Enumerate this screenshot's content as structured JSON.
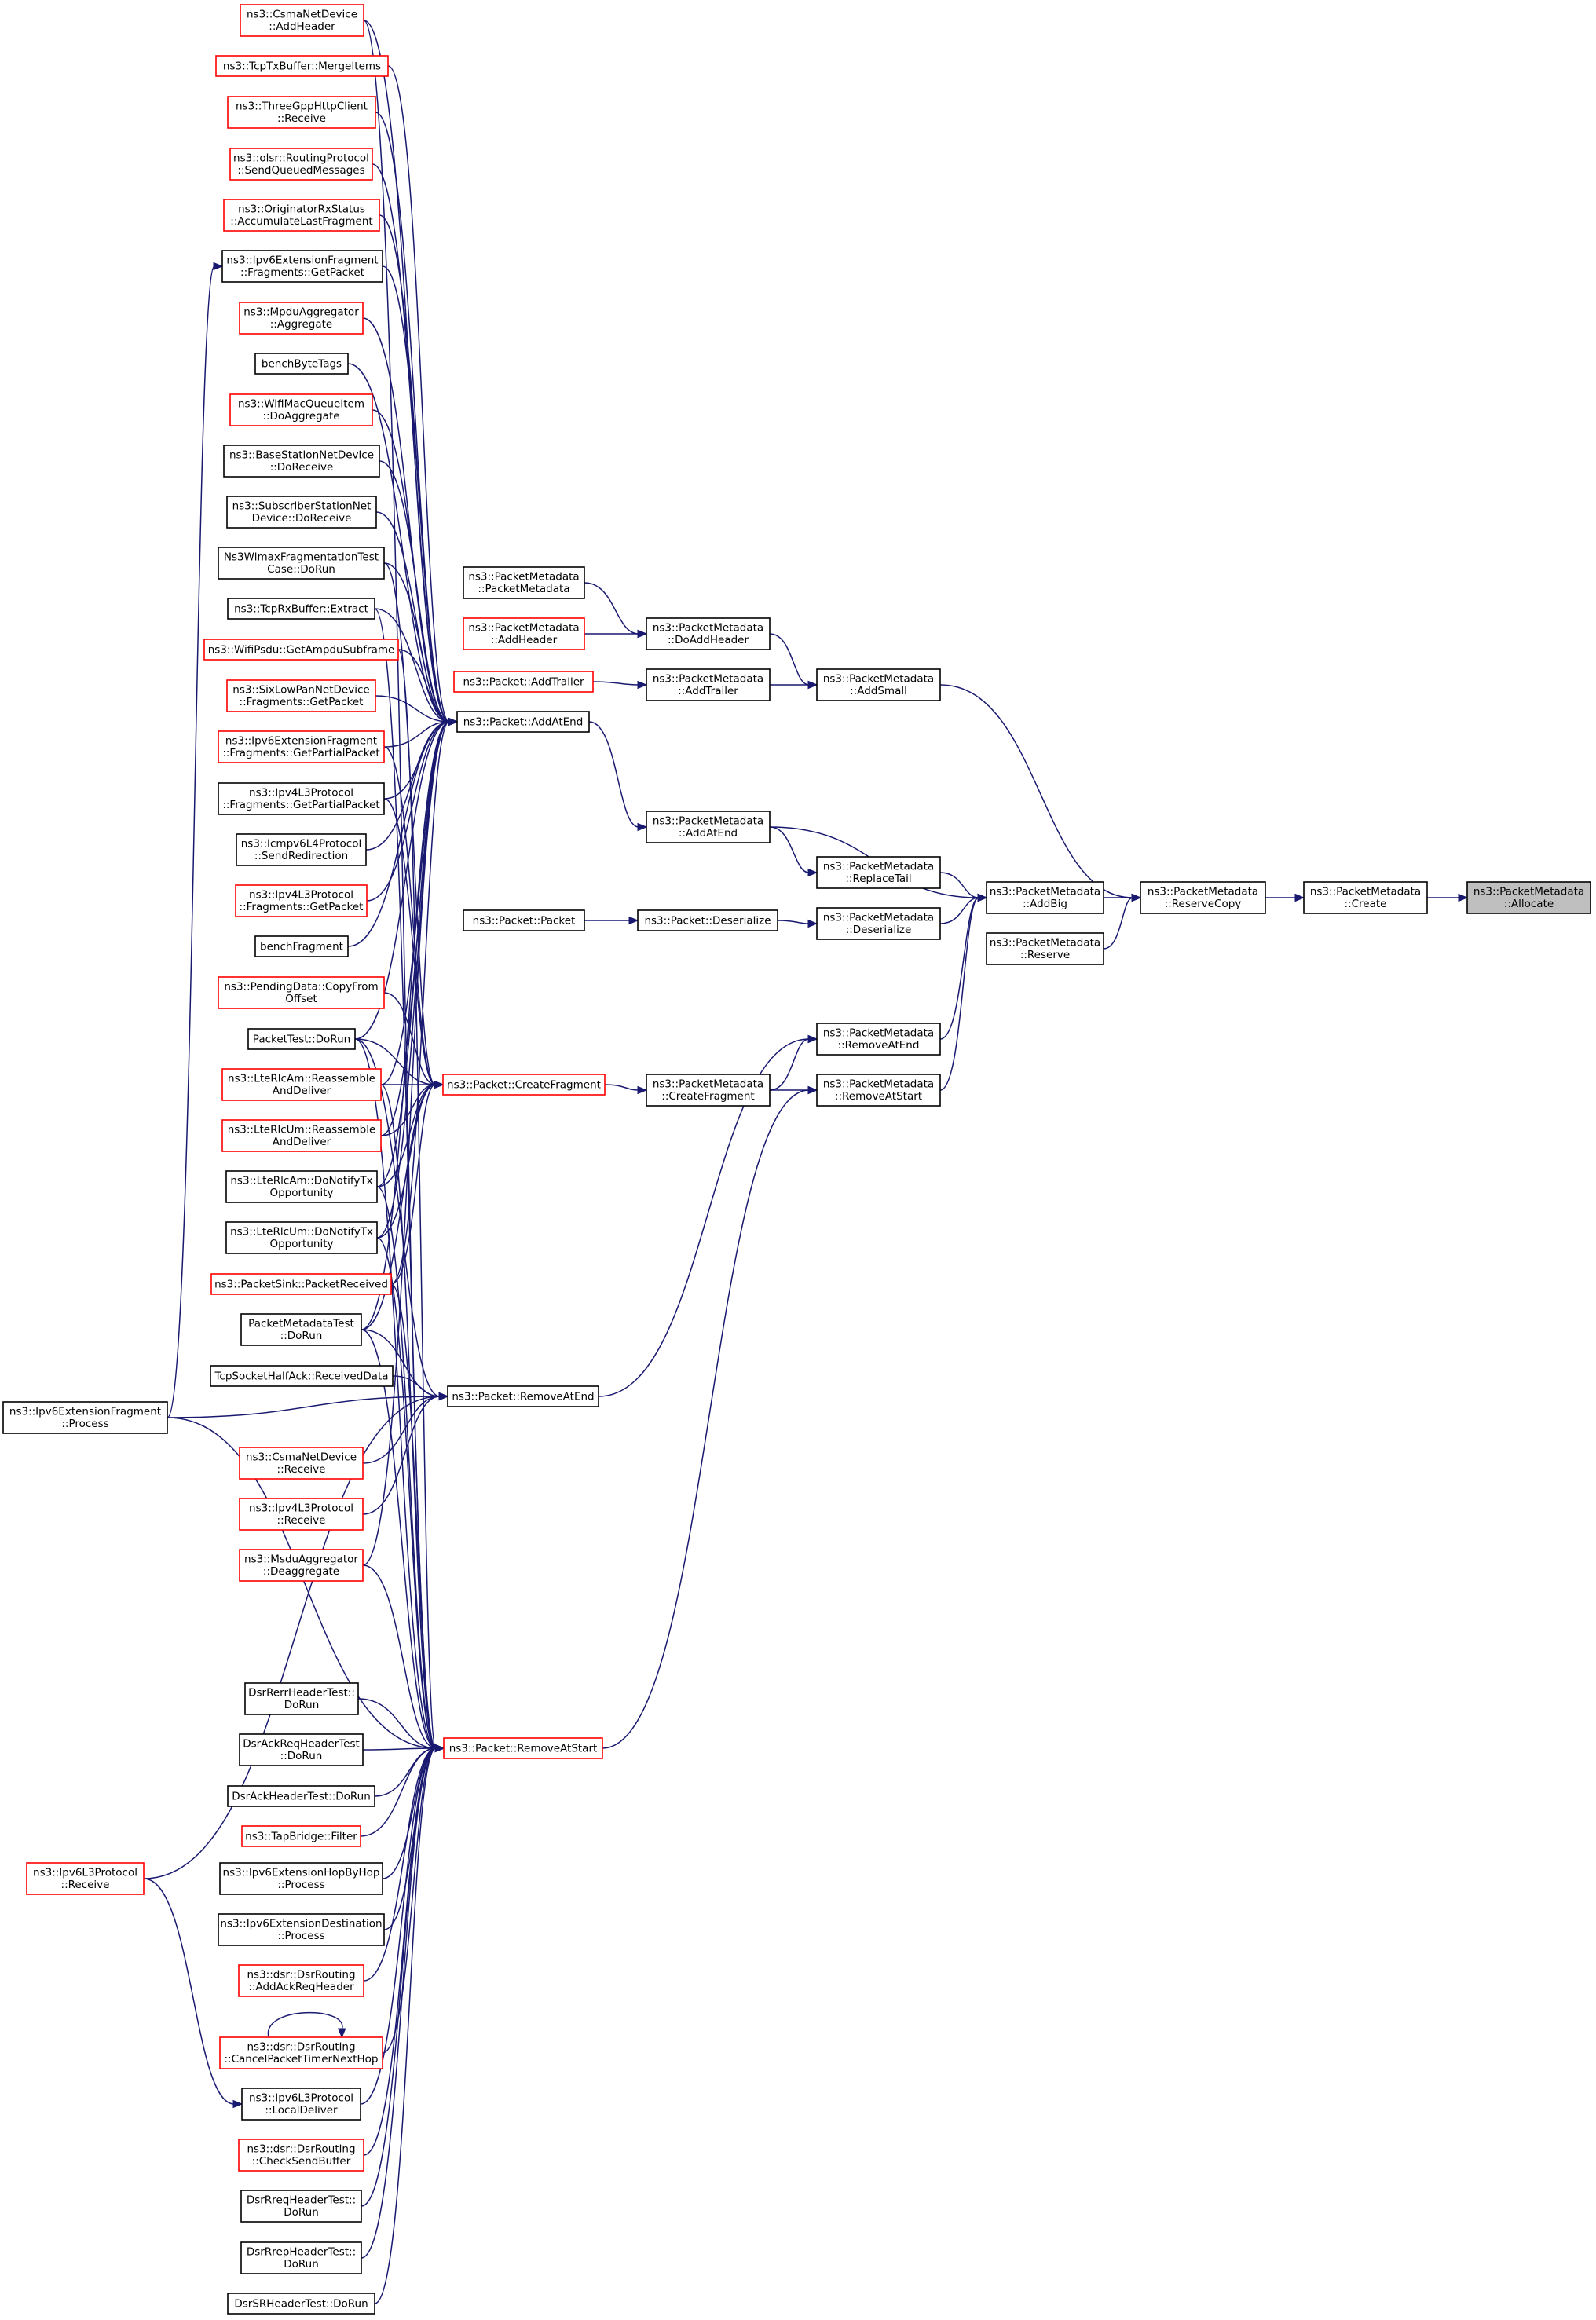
{
  "colors": {
    "edge": "#191970",
    "border_normal": "#000000",
    "border_truncated": "#ff0000",
    "highlight_fill": "#bfbfbf",
    "fill": "#ffffff"
  },
  "nodes": [
    {
      "id": "cni_addheader",
      "lines": [
        "ns3::CsmaNetDevice",
        "::AddHeader"
      ],
      "style": "red"
    },
    {
      "id": "tcptx_merge",
      "lines": [
        "ns3::TcpTxBuffer::MergeItems"
      ],
      "style": "red"
    },
    {
      "id": "threegpp_receive",
      "lines": [
        "ns3::ThreeGppHttpClient",
        "::Receive"
      ],
      "style": "red"
    },
    {
      "id": "olsr_send",
      "lines": [
        "ns3::olsr::RoutingProtocol",
        "::SendQueuedMessages"
      ],
      "style": "red"
    },
    {
      "id": "origrx_accum",
      "lines": [
        "ns3::OriginatorRxStatus",
        "::AccumulateLastFragment"
      ],
      "style": "red"
    },
    {
      "id": "ip6ext_frag_get",
      "lines": [
        "ns3::Ipv6ExtensionFragment",
        "::Fragments::GetPacket"
      ],
      "style": "black"
    },
    {
      "id": "mpdu_agg",
      "lines": [
        "ns3::MpduAggregator",
        "::Aggregate"
      ],
      "style": "red"
    },
    {
      "id": "benchbytetags",
      "lines": [
        "benchByteTags"
      ],
      "style": "black"
    },
    {
      "id": "wifimacq_doagg",
      "lines": [
        "ns3::WifiMacQueueItem",
        "::DoAggregate"
      ],
      "style": "red"
    },
    {
      "id": "bsnd_doreceive",
      "lines": [
        "ns3::BaseStationNetDevice",
        "::DoReceive"
      ],
      "style": "black"
    },
    {
      "id": "ssnd_doreceive",
      "lines": [
        "ns3::SubscriberStationNet",
        "Device::DoReceive"
      ],
      "style": "black"
    },
    {
      "id": "wimaxfrag_dorun",
      "lines": [
        "Ns3WimaxFragmentationTest",
        "Case::DoRun"
      ],
      "style": "black"
    },
    {
      "id": "tcprx_extract",
      "lines": [
        "ns3::TcpRxBuffer::Extract"
      ],
      "style": "black"
    },
    {
      "id": "wifipsdu_getampdu",
      "lines": [
        "ns3::WifiPsdu::GetAmpduSubframe"
      ],
      "style": "red"
    },
    {
      "id": "sixlowpan_get",
      "lines": [
        "ns3::SixLowPanNetDevice",
        "::Fragments::GetPacket"
      ],
      "style": "red"
    },
    {
      "id": "ip6ext_frag_getpartial",
      "lines": [
        "ns3::Ipv6ExtensionFragment",
        "::Fragments::GetPartialPacket"
      ],
      "style": "red"
    },
    {
      "id": "ip4l3_frag_getpartial",
      "lines": [
        "ns3::Ipv4L3Protocol",
        "::Fragments::GetPartialPacket"
      ],
      "style": "black"
    },
    {
      "id": "icmpv6_sendredir",
      "lines": [
        "ns3::Icmpv6L4Protocol",
        "::SendRedirection"
      ],
      "style": "black"
    },
    {
      "id": "ip4l3_frag_get",
      "lines": [
        "ns3::Ipv4L3Protocol",
        "::Fragments::GetPacket"
      ],
      "style": "red"
    },
    {
      "id": "benchfragment",
      "lines": [
        "benchFragment"
      ],
      "style": "black"
    },
    {
      "id": "pendingdata_copy",
      "lines": [
        "ns3::PendingData::CopyFrom",
        "Offset"
      ],
      "style": "red"
    },
    {
      "id": "packettest_dorun",
      "lines": [
        "PacketTest::DoRun"
      ],
      "style": "black"
    },
    {
      "id": "lterlcam_reass",
      "lines": [
        "ns3::LteRlcAm::Reassemble",
        "AndDeliver"
      ],
      "style": "red"
    },
    {
      "id": "lterlcum_reass",
      "lines": [
        "ns3::LteRlcUm::Reassemble",
        "AndDeliver"
      ],
      "style": "red"
    },
    {
      "id": "lterlcam_notify",
      "lines": [
        "ns3::LteRlcAm::DoNotifyTx",
        "Opportunity"
      ],
      "style": "black"
    },
    {
      "id": "lterlcum_notify",
      "lines": [
        "ns3::LteRlcUm::DoNotifyTx",
        "Opportunity"
      ],
      "style": "black"
    },
    {
      "id": "packetsink_recv",
      "lines": [
        "ns3::PacketSink::PacketReceived"
      ],
      "style": "red"
    },
    {
      "id": "pmdtest_dorun",
      "lines": [
        "PacketMetadataTest",
        "::DoRun"
      ],
      "style": "black"
    },
    {
      "id": "tcphalfack",
      "lines": [
        "TcpSocketHalfAck::ReceivedData"
      ],
      "style": "black"
    },
    {
      "id": "ip6ext_frag_process",
      "lines": [
        "ns3::Ipv6ExtensionFragment",
        "::Process"
      ],
      "style": "black"
    },
    {
      "id": "csma_receive",
      "lines": [
        "ns3::CsmaNetDevice",
        "::Receive"
      ],
      "style": "red"
    },
    {
      "id": "ip4l3_receive",
      "lines": [
        "ns3::Ipv4L3Protocol",
        "::Receive"
      ],
      "style": "red"
    },
    {
      "id": "msdu_deagg",
      "lines": [
        "ns3::MsduAggregator",
        "::Deaggregate"
      ],
      "style": "red"
    },
    {
      "id": "dsrrerr_dorun",
      "lines": [
        "DsrRerrHeaderTest::",
        "DoRun"
      ],
      "style": "black"
    },
    {
      "id": "dsrackreq_dorun",
      "lines": [
        "DsrAckReqHeaderTest",
        "::DoRun"
      ],
      "style": "black"
    },
    {
      "id": "dsrack_dorun",
      "lines": [
        "DsrAckHeaderTest::DoRun"
      ],
      "style": "black"
    },
    {
      "id": "tapbridge_filter",
      "lines": [
        "ns3::TapBridge::Filter"
      ],
      "style": "red"
    },
    {
      "id": "ip6ext_hop_process",
      "lines": [
        "ns3::Ipv6ExtensionHopByHop",
        "::Process"
      ],
      "style": "black"
    },
    {
      "id": "ip6ext_dest_process",
      "lines": [
        "ns3::Ipv6ExtensionDestination",
        "::Process"
      ],
      "style": "black"
    },
    {
      "id": "dsr_addackreq",
      "lines": [
        "ns3::dsr::DsrRouting",
        "::AddAckReqHeader"
      ],
      "style": "red"
    },
    {
      "id": "ip6l3_receive",
      "lines": [
        "ns3::Ipv6L3Protocol",
        "::Receive"
      ],
      "style": "red"
    },
    {
      "id": "dsr_cancel",
      "lines": [
        "ns3::dsr::DsrRouting",
        "::CancelPacketTimerNextHop"
      ],
      "style": "red"
    },
    {
      "id": "ip6l3_localdeliver",
      "lines": [
        "ns3::Ipv6L3Protocol",
        "::LocalDeliver"
      ],
      "style": "black"
    },
    {
      "id": "dsr_checksend",
      "lines": [
        "ns3::dsr::DsrRouting",
        "::CheckSendBuffer"
      ],
      "style": "red"
    },
    {
      "id": "dsrrreq_dorun",
      "lines": [
        "DsrRreqHeaderTest::",
        "DoRun"
      ],
      "style": "black"
    },
    {
      "id": "dsrrrep_dorun",
      "lines": [
        "DsrRrepHeaderTest::",
        "DoRun"
      ],
      "style": "black"
    },
    {
      "id": "dsrsr_dorun",
      "lines": [
        "DsrSRHeaderTest::DoRun"
      ],
      "style": "black"
    },
    {
      "id": "pm_packetmetadata",
      "lines": [
        "ns3::PacketMetadata",
        "::PacketMetadata"
      ],
      "style": "black"
    },
    {
      "id": "pm_addheader",
      "lines": [
        "ns3::PacketMetadata",
        "::AddHeader"
      ],
      "style": "red"
    },
    {
      "id": "packet_addtrailer",
      "lines": [
        "ns3::Packet::AddTrailer"
      ],
      "style": "red"
    },
    {
      "id": "packet_addatend",
      "lines": [
        "ns3::Packet::AddAtEnd"
      ],
      "style": "black"
    },
    {
      "id": "packet_packet",
      "lines": [
        "ns3::Packet::Packet"
      ],
      "style": "black"
    },
    {
      "id": "packet_createfragment",
      "lines": [
        "ns3::Packet::CreateFragment"
      ],
      "style": "red"
    },
    {
      "id": "packet_removeatend",
      "lines": [
        "ns3::Packet::RemoveAtEnd"
      ],
      "style": "black"
    },
    {
      "id": "packet_removeatstart",
      "lines": [
        "ns3::Packet::RemoveAtStart"
      ],
      "style": "red"
    },
    {
      "id": "pm_doaddheader",
      "lines": [
        "ns3::PacketMetadata",
        "::DoAddHeader"
      ],
      "style": "black"
    },
    {
      "id": "pm_addtrailer",
      "lines": [
        "ns3::PacketMetadata",
        "::AddTrailer"
      ],
      "style": "black"
    },
    {
      "id": "pm_addatend",
      "lines": [
        "ns3::PacketMetadata",
        "::AddAtEnd"
      ],
      "style": "black"
    },
    {
      "id": "packet_deserialize",
      "lines": [
        "ns3::Packet::Deserialize"
      ],
      "style": "black"
    },
    {
      "id": "pm_createfragment",
      "lines": [
        "ns3::PacketMetadata",
        "::CreateFragment"
      ],
      "style": "black"
    },
    {
      "id": "pm_addsmall",
      "lines": [
        "ns3::PacketMetadata",
        "::AddSmall"
      ],
      "style": "black"
    },
    {
      "id": "pm_replacetail",
      "lines": [
        "ns3::PacketMetadata",
        "::ReplaceTail"
      ],
      "style": "black"
    },
    {
      "id": "pm_deserialize",
      "lines": [
        "ns3::PacketMetadata",
        "::Deserialize"
      ],
      "style": "black"
    },
    {
      "id": "pm_removeatend",
      "lines": [
        "ns3::PacketMetadata",
        "::RemoveAtEnd"
      ],
      "style": "black"
    },
    {
      "id": "pm_removeatstart",
      "lines": [
        "ns3::PacketMetadata",
        "::RemoveAtStart"
      ],
      "style": "black"
    },
    {
      "id": "pm_addbig",
      "lines": [
        "ns3::PacketMetadata",
        "::AddBig"
      ],
      "style": "black"
    },
    {
      "id": "pm_reserve",
      "lines": [
        "ns3::PacketMetadata",
        "::Reserve"
      ],
      "style": "black"
    },
    {
      "id": "pm_reservecopy",
      "lines": [
        "ns3::PacketMetadata",
        "::ReserveCopy"
      ],
      "style": "black"
    },
    {
      "id": "pm_create",
      "lines": [
        "ns3::PacketMetadata",
        "::Create"
      ],
      "style": "black"
    },
    {
      "id": "pm_allocate",
      "lines": [
        "ns3::PacketMetadata",
        "::Allocate"
      ],
      "style": "highlight"
    }
  ],
  "edges": [
    [
      "pm_create",
      "pm_allocate"
    ],
    [
      "pm_reservecopy",
      "pm_create"
    ],
    [
      "pm_addsmall",
      "pm_reservecopy"
    ],
    [
      "pm_addbig",
      "pm_reservecopy"
    ],
    [
      "pm_reserve",
      "pm_reservecopy"
    ],
    [
      "pm_doaddheader",
      "pm_addsmall"
    ],
    [
      "pm_addtrailer",
      "pm_addsmall"
    ],
    [
      "pm_addatend",
      "pm_addbig"
    ],
    [
      "pm_replacetail",
      "pm_addbig"
    ],
    [
      "pm_deserialize",
      "pm_addbig"
    ],
    [
      "pm_removeatend",
      "pm_addbig"
    ],
    [
      "pm_removeatstart",
      "pm_addbig"
    ],
    [
      "pm_packetmetadata",
      "pm_doaddheader"
    ],
    [
      "pm_addheader",
      "pm_doaddheader"
    ],
    [
      "packet_addtrailer",
      "pm_addtrailer"
    ],
    [
      "packet_addatend",
      "pm_addatend"
    ],
    [
      "pm_addatend",
      "pm_replacetail"
    ],
    [
      "packet_deserialize",
      "pm_deserialize"
    ],
    [
      "packet_packet",
      "packet_deserialize"
    ],
    [
      "pm_createfragment",
      "pm_removeatend"
    ],
    [
      "pm_createfragment",
      "pm_removeatstart"
    ],
    [
      "packet_createfragment",
      "pm_createfragment"
    ],
    [
      "packet_removeatend",
      "pm_removeatend"
    ],
    [
      "packet_removeatstart",
      "pm_removeatstart"
    ],
    [
      "cni_addheader",
      "packet_addatend"
    ],
    [
      "tcptx_merge",
      "packet_addatend"
    ],
    [
      "threegpp_receive",
      "packet_addatend"
    ],
    [
      "olsr_send",
      "packet_addatend"
    ],
    [
      "origrx_accum",
      "packet_addatend"
    ],
    [
      "ip6ext_frag_get",
      "packet_addatend"
    ],
    [
      "mpdu_agg",
      "packet_addatend"
    ],
    [
      "benchbytetags",
      "packet_addatend"
    ],
    [
      "wifimacq_doagg",
      "packet_addatend"
    ],
    [
      "bsnd_doreceive",
      "packet_addatend"
    ],
    [
      "ssnd_doreceive",
      "packet_addatend"
    ],
    [
      "wimaxfrag_dorun",
      "packet_addatend"
    ],
    [
      "tcprx_extract",
      "packet_addatend"
    ],
    [
      "wifipsdu_getampdu",
      "packet_addatend"
    ],
    [
      "sixlowpan_get",
      "packet_addatend"
    ],
    [
      "ip6ext_frag_getpartial",
      "packet_addatend"
    ],
    [
      "ip4l3_frag_getpartial",
      "packet_addatend"
    ],
    [
      "icmpv6_sendredir",
      "packet_addatend"
    ],
    [
      "ip4l3_frag_get",
      "packet_addatend"
    ],
    [
      "benchfragment",
      "packet_addatend"
    ],
    [
      "packettest_dorun",
      "packet_addatend"
    ],
    [
      "lterlcam_reass",
      "packet_addatend"
    ],
    [
      "lterlcum_reass",
      "packet_addatend"
    ],
    [
      "lterlcam_notify",
      "packet_addatend"
    ],
    [
      "lterlcum_notify",
      "packet_addatend"
    ],
    [
      "packetsink_recv",
      "packet_addatend"
    ],
    [
      "pmdtest_dorun",
      "packet_addatend"
    ],
    [
      "msdu_deagg",
      "packet_addatend"
    ],
    [
      "ip6ext_frag_getpartial",
      "packet_createfragment"
    ],
    [
      "ip4l3_frag_getpartial",
      "packet_createfragment"
    ],
    [
      "pendingdata_copy",
      "packet_createfragment"
    ],
    [
      "packettest_dorun",
      "packet_createfragment"
    ],
    [
      "lterlcam_reass",
      "packet_createfragment"
    ],
    [
      "lterlcum_reass",
      "packet_createfragment"
    ],
    [
      "lterlcam_notify",
      "packet_createfragment"
    ],
    [
      "lterlcum_notify",
      "packet_createfragment"
    ],
    [
      "pmdtest_dorun",
      "packet_createfragment"
    ],
    [
      "packetsink_recv",
      "packet_createfragment"
    ],
    [
      "wimaxfrag_dorun",
      "packet_createfragment"
    ],
    [
      "tcphalfack",
      "packet_removeatend"
    ],
    [
      "ip6ext_frag_process",
      "packet_removeatend"
    ],
    [
      "csma_receive",
      "packet_removeatend"
    ],
    [
      "ip4l3_receive",
      "packet_removeatend"
    ],
    [
      "pmdtest_dorun",
      "packet_removeatend"
    ],
    [
      "packettest_dorun",
      "packet_removeatend"
    ],
    [
      "ip6l3_receive",
      "packet_removeatend"
    ],
    [
      "dsrrerr_dorun",
      "packet_removeatstart"
    ],
    [
      "dsrackreq_dorun",
      "packet_removeatstart"
    ],
    [
      "dsrack_dorun",
      "packet_removeatstart"
    ],
    [
      "tapbridge_filter",
      "packet_removeatstart"
    ],
    [
      "ip6ext_hop_process",
      "packet_removeatstart"
    ],
    [
      "ip6ext_dest_process",
      "packet_removeatstart"
    ],
    [
      "dsr_addackreq",
      "packet_removeatstart"
    ],
    [
      "dsr_cancel",
      "packet_removeatstart"
    ],
    [
      "ip6l3_localdeliver",
      "packet_removeatstart"
    ],
    [
      "dsr_checksend",
      "packet_removeatstart"
    ],
    [
      "dsrrreq_dorun",
      "packet_removeatstart"
    ],
    [
      "dsrrrep_dorun",
      "packet_removeatstart"
    ],
    [
      "dsrsr_dorun",
      "packet_removeatstart"
    ],
    [
      "ip6ext_frag_process",
      "packet_removeatstart"
    ],
    [
      "msdu_deagg",
      "packet_removeatstart"
    ],
    [
      "pmdtest_dorun",
      "packet_removeatstart"
    ],
    [
      "packettest_dorun",
      "packet_removeatstart"
    ],
    [
      "packetsink_recv",
      "packet_removeatstart"
    ],
    [
      "lterlcam_notify",
      "packet_removeatstart"
    ],
    [
      "lterlcum_notify",
      "packet_removeatstart"
    ],
    [
      "lterlcam_reass",
      "packet_removeatstart"
    ],
    [
      "wifipsdu_getampdu",
      "packet_removeatstart"
    ],
    [
      "tcprx_extract",
      "packet_removeatstart"
    ],
    [
      "cni_addheader",
      "packet_removeatstart"
    ],
    [
      "ip6ext_frag_process",
      "ip6ext_frag_get"
    ],
    [
      "ip6l3_receive",
      "ip6l3_localdeliver"
    ],
    [
      "dsr_cancel",
      "dsr_cancel"
    ]
  ]
}
